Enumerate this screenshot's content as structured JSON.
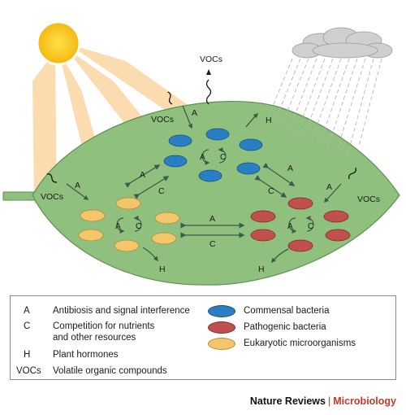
{
  "diagram": {
    "labels": {
      "vocs": "VOCs",
      "a": "A",
      "c": "C",
      "h": "H"
    }
  },
  "legend": {
    "keys": [
      {
        "key": "A",
        "text": "Antibiosis and signal interference"
      },
      {
        "key": "C",
        "text_line1": "Competition for nutrients",
        "text_line2": "and other resources"
      },
      {
        "key": "H",
        "text": "Plant hormones"
      },
      {
        "key": "VOCs",
        "text": "Volatile organic compounds"
      }
    ],
    "types": [
      {
        "label": "Commensal bacteria",
        "color": "#2a7fc4"
      },
      {
        "label": "Pathogenic bacteria",
        "color": "#c0504d"
      },
      {
        "label": "Eukaryotic microorganisms",
        "color": "#f3c66e"
      }
    ]
  },
  "credit": {
    "journal": "Nature Reviews",
    "separator": "|",
    "section": "Microbiology"
  },
  "colors": {
    "leaf": "#8fc07d",
    "leaf_edge": "#5e8f52",
    "sun": "#f6c21a",
    "rays": "#fbd9a8",
    "cloud": "#c9c9c9",
    "arrow": "#3d5a4a"
  }
}
